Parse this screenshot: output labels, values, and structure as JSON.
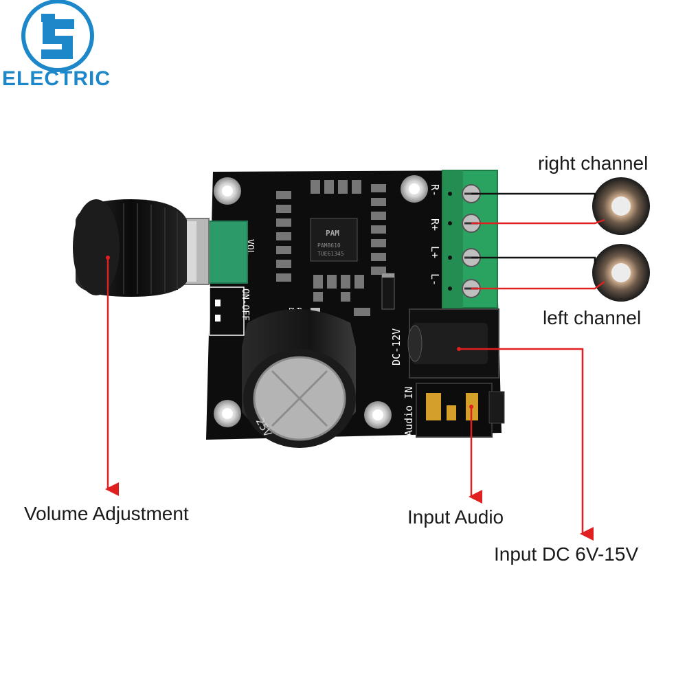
{
  "logo": {
    "text": "ELECTRIC",
    "color": "#1d88c9"
  },
  "chip": {
    "brand": "PAM",
    "part": "PAM8610",
    "code": "TUE61345"
  },
  "board": {
    "vol_label": "VOL",
    "switch_label": "ON-OFF",
    "power_label": "DC-12V",
    "audio_label": "Audio IN",
    "pwr_led_label": "PWR",
    "terminal_labels": [
      "R-",
      "R+",
      "L+",
      "L-"
    ],
    "capacitor_text": "25V"
  },
  "labels": {
    "right_channel": "right channel",
    "left_channel": "left channel",
    "volume": "Volume Adjustment",
    "input_audio": "Input Audio",
    "input_dc": "Input DC 6V-15V"
  },
  "colors": {
    "pcb": "#0d0d0d",
    "arrow": "#e02020",
    "terminal": "#2aa360",
    "knob": "#111111",
    "wire": "#e02020"
  }
}
